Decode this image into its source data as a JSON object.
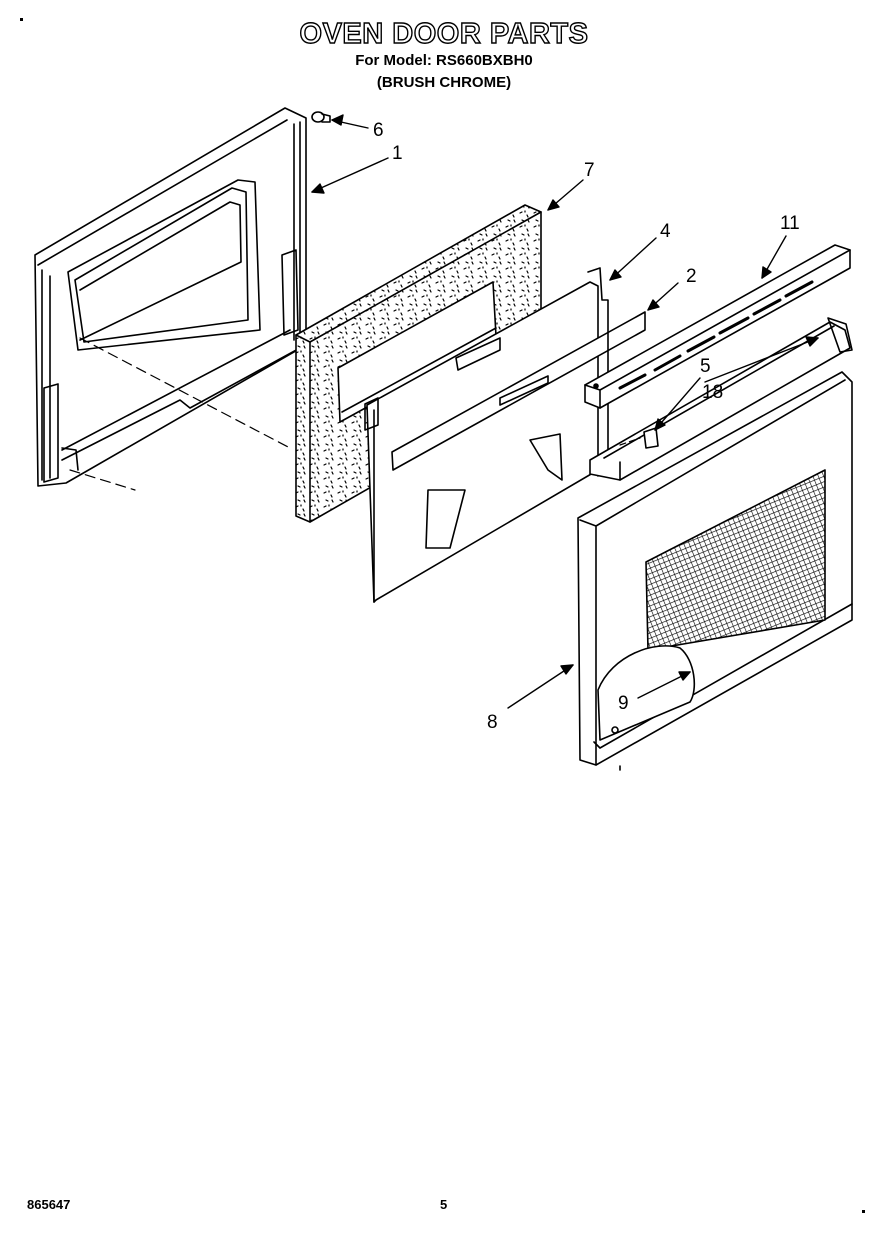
{
  "header": {
    "title": "OVEN DOOR PARTS",
    "model_line": "For Model: RS660BXBH0",
    "finish_line": "(BRUSH CHROME)"
  },
  "callouts": {
    "c1": "1",
    "c2": "2",
    "c4": "4",
    "c5": "5",
    "c6": "6",
    "c7": "7",
    "c8": "8",
    "c9": "9",
    "c11": "11",
    "c18": "18"
  },
  "footer": {
    "document_number": "865647",
    "page_number": "5"
  }
}
